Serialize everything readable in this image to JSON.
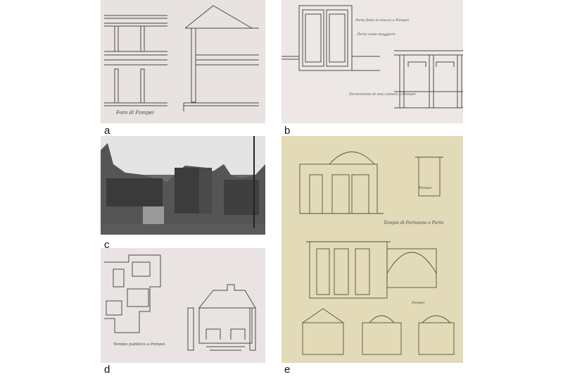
{
  "panels": {
    "a": {
      "letter": "a",
      "caption": "Foro di Pompei"
    },
    "b": {
      "letter": "b",
      "notes": [
        "Porta finta in stucco a Pompei",
        "Porta reale maggiore",
        "Decorazione di una camera a Pompei"
      ]
    },
    "c": {
      "letter": "c"
    },
    "d": {
      "letter": "d",
      "caption": "Tempio pubblico a Pompei"
    },
    "e": {
      "letter": "e",
      "notes": [
        "Tempio di Portumno e Porto",
        "Pompei",
        "Pompei"
      ]
    }
  }
}
